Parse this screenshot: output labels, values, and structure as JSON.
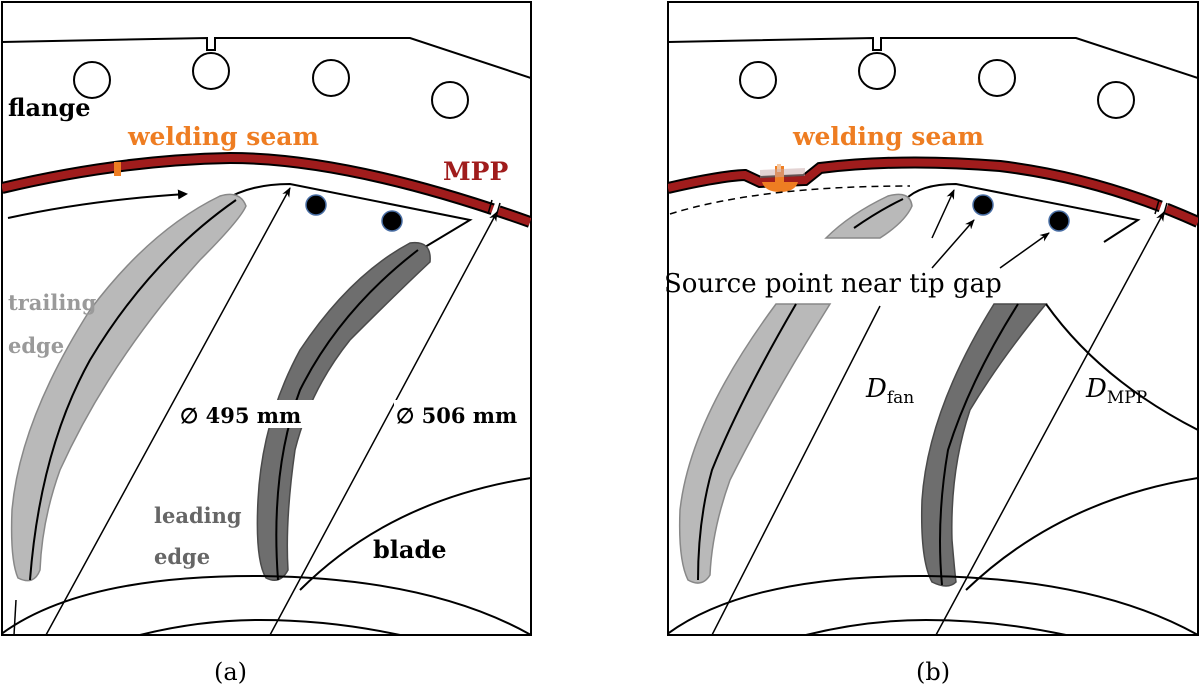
{
  "panel_a": {
    "label_flange": "flange",
    "label_welding": "welding seam",
    "label_mpp": "MPP",
    "label_trailing_1": "trailing",
    "label_trailing_2": "edge",
    "label_leading_1": "leading",
    "label_leading_2": "edge",
    "label_d495": "∅ 495 mm",
    "label_d506": "∅ 506 mm",
    "label_blade": "blade",
    "caption": "(a)"
  },
  "panel_b": {
    "label_welding": "welding seam",
    "label_source": "Source point near tip gap",
    "label_dfan_main": "D",
    "label_dfan_sub": "fan",
    "label_dmpp_main": "D",
    "label_dmpp_sub": "MPP",
    "caption": "(b)"
  },
  "colors": {
    "weld": "#ee7d22",
    "mpp": "#a01c1c",
    "blade_light": "#b9b9b9",
    "blade_dark": "#6e6e6e",
    "trailing_text": "#9a9a9a",
    "leading_text": "#666666"
  }
}
